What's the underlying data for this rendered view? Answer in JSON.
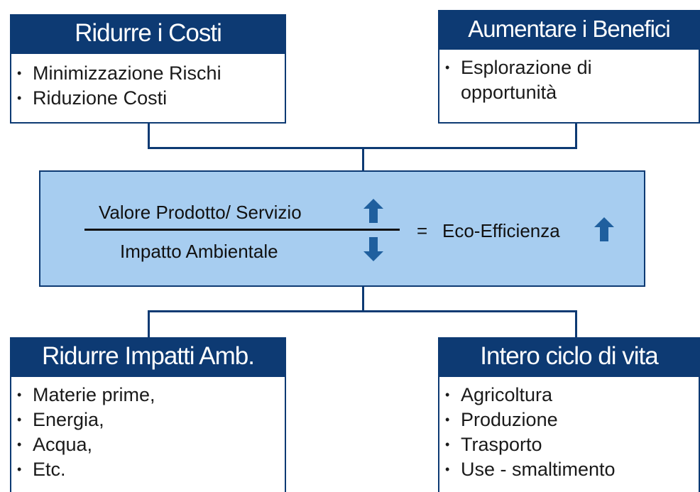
{
  "top_left": {
    "title": "Ridurre i Costi",
    "items": [
      "Minimizzazione Rischi",
      "Riduzione Costi"
    ]
  },
  "top_right": {
    "title": "Aumentare i Benefici",
    "items": [
      "Esplorazione di",
      "opportunità"
    ]
  },
  "center": {
    "numerator": "Valore Prodotto/ Servizio",
    "denominator": "Impatto Ambientale",
    "equals": "=",
    "result": "Eco-Efficienza",
    "colors": {
      "fill": "#a7cdf0",
      "arrow": "#1f5f9e"
    },
    "icons": {
      "numerator": "up-arrow-icon",
      "denominator": "down-arrow-icon",
      "result": "up-arrow-icon"
    }
  },
  "bottom_left": {
    "title": "Ridurre Impatti Amb.",
    "items": [
      "Materie prime,",
      "Energia,",
      "Acqua,",
      "Etc."
    ]
  },
  "bottom_right": {
    "title": "Intero ciclo di vita",
    "items": [
      "Agricoltura",
      "Produzione",
      "Trasporto",
      "Use - smaltimento"
    ]
  },
  "colors": {
    "header": "#0d3a73",
    "line": "#0d3a73"
  }
}
